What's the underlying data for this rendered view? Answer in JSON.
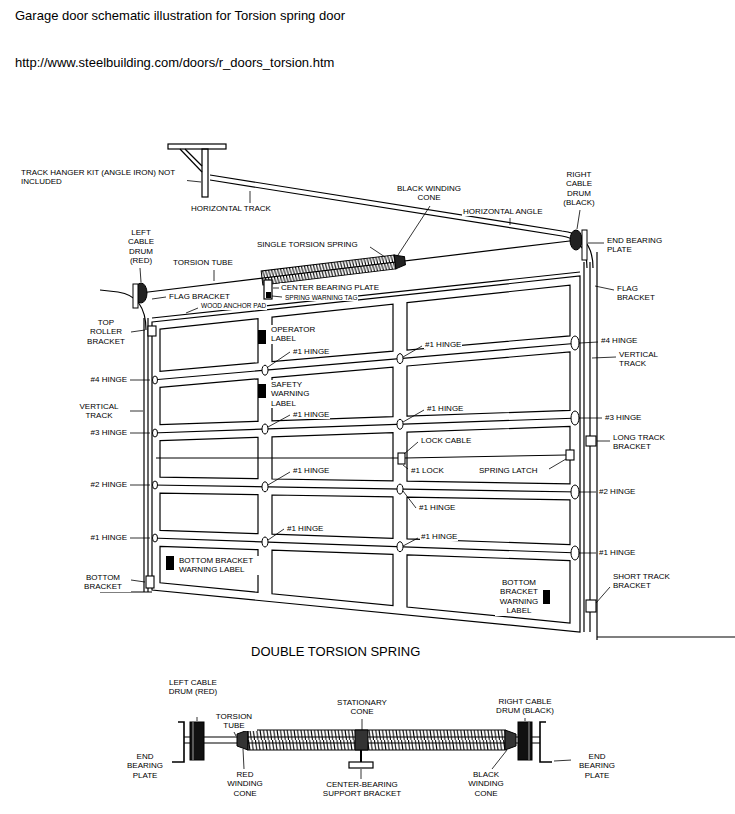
{
  "diagram": {
    "title": "Garage door schematic illustration for Torsion spring door",
    "labels": [
      "http://www.steelbuilding.com/doors/r_doors_torsion.htm",
      "TRACK HANGER KIT (ANGLE IRON) NOT INCLUDED",
      "HORIZONTAL TRACK",
      "BLACK WINDING CONE",
      "RIGHT CABLE DRUM (BLACK)",
      "HORIZONTAL ANGLE",
      "END BEARING PLATE",
      "LEFT CABLE DRUM (RED)",
      "SINGLE TORSION SPRING",
      "TORSION TUBE",
      "FLAG BRACKET",
      "CENTER BEARING PLATE",
      "SPRING WARNING TAG",
      "WOOD ANCHOR PAD",
      "FLAG BRACKET",
      "TOP ROLLER BRACKET",
      "#4 HINGE",
      "VERTICAL TRACK",
      "#3 HINGE",
      "#2 HINGE",
      "#1 HINGE",
      "BOTTOM BRACKET",
      "OPERATOR LABEL",
      "#1 HINGE",
      "#1 HINGE",
      "SAFETY WARNING LABEL",
      "#1 HINGE",
      "#1 HINGE",
      "LOCK CABLE",
      "#1 HINGE",
      "#1 LOCK",
      "SPRING LATCH",
      "#1 HINGE",
      "#1 HINGE",
      "#1 HINGE",
      "BOTTOM BRACKET WARNING LABEL",
      "BOTTOM BRACKET WARNING LABEL",
      "#4 HINGE",
      "VERTICAL TRACK",
      "#3 HINGE",
      "LONG TRACK BRACKET",
      "#2 HINGE",
      "#1 HINGE",
      "SHORT TRACK BRACKET",
      "DOUBLE TORSION SPRING",
      "LEFT CABLE DRUM (RED)",
      "TORSION TUBE",
      "STATIONARY CONE",
      "RIGHT CABLE DRUM (BLACK)",
      "END BEARING PLATE",
      "RED WINDING CONE",
      "CENTER-BEARING SUPPORT BRACKET",
      "BLACK WINDING CONE",
      "END BEARING PLATE"
    ]
  }
}
